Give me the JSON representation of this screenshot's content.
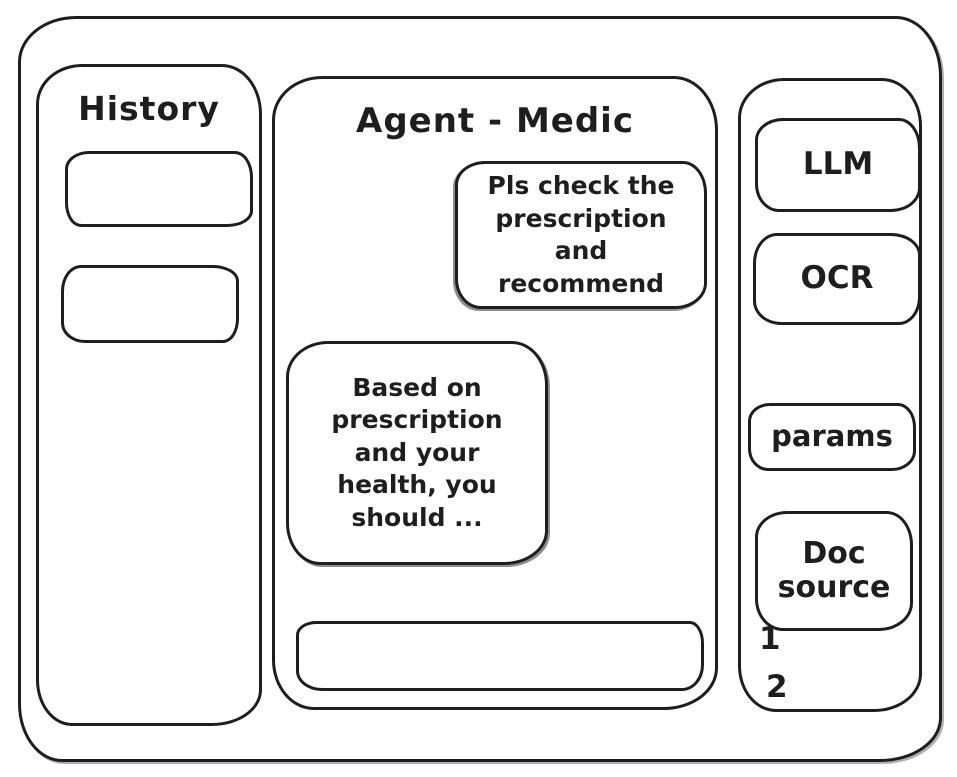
{
  "app": {
    "stroke_color": "#1e1e1e",
    "background_color": "#ffffff"
  },
  "history_panel": {
    "title": "History",
    "items": [
      "",
      ""
    ]
  },
  "chat_panel": {
    "title": "Agent - Medic",
    "messages": [
      {
        "role": "user",
        "text": "Pls check the prescription and recommend"
      },
      {
        "role": "assistant",
        "text": "Based on prescription and your health, you should ..."
      }
    ],
    "input_value": ""
  },
  "tools_panel": {
    "buttons": [
      {
        "label": "LLM"
      },
      {
        "label": "OCR"
      },
      {
        "label": "params"
      },
      {
        "label": "Doc source"
      }
    ],
    "doc_source_list": [
      "1",
      "2"
    ]
  }
}
